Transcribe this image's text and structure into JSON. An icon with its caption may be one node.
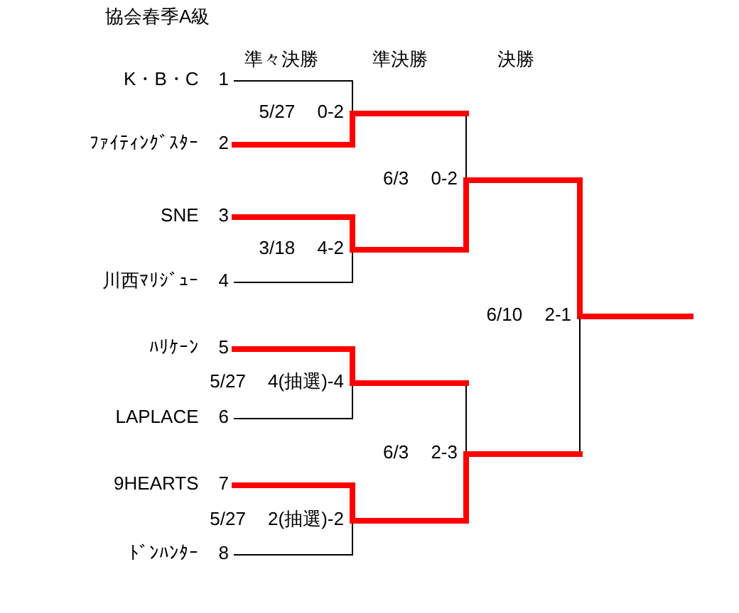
{
  "diagram": {
    "title": "協会春季A級",
    "nodes": [
      {
        "text": [
          "K・B・C",
          "1"
        ]
      },
      {
        "text": [
          "ﾌｧｲﾃｨﾝｸﾞｽﾀｰ",
          "2"
        ]
      },
      {
        "text": [
          "SNE",
          "3"
        ]
      },
      {
        "text": [
          "川西ﾏﾘｼﾞｭｰ",
          "4"
        ]
      },
      {
        "text": [
          "ﾊﾘｹｰﾝ",
          "5"
        ]
      },
      {
        "text": [
          "LAPLACE",
          "6"
        ]
      },
      {
        "text": [
          "9HEARTS",
          "7"
        ]
      },
      {
        "text": [
          "ﾄﾞﾝﾊﾝﾀｰ",
          "8"
        ]
      },
      {
        "text": [
          "5/27 0-2"
        ]
      },
      {
        "text": [
          "3/18 4-2"
        ]
      },
      {
        "text": [
          "5/27 4(抽選)-4"
        ]
      },
      {
        "text": [
          "5/27 2(抽選)-2"
        ]
      },
      {
        "text": [
          "6/3 0-2"
        ]
      },
      {
        "text": [
          "6/3 2-3"
        ]
      },
      {
        "text": [
          "6/10 2-1"
        ]
      }
    ],
    "edges": [
      {
        "from": 0,
        "to": 8,
        "arrow": "none",
        "color": "#000000"
      },
      {
        "from": 1,
        "to": 8,
        "arrow": "none"
      },
      {
        "from": 2,
        "to": 9,
        "arrow": "none"
      },
      {
        "from": 3,
        "to": 9,
        "arrow": "none",
        "color": "#000000"
      },
      {
        "from": 4,
        "to": 10,
        "arrow": "none"
      },
      {
        "from": 5,
        "to": 10,
        "arrow": "none",
        "color": "#000000"
      },
      {
        "from": 6,
        "to": 11,
        "arrow": "none"
      },
      {
        "from": 7,
        "to": 11,
        "arrow": "none",
        "color": "#000000"
      },
      {
        "from": 8,
        "to": 12,
        "arrow": "none"
      },
      {
        "from": 9,
        "to": 12,
        "arrow": "none"
      },
      {
        "from": 10,
        "to": 13,
        "arrow": "none"
      },
      {
        "from": 11,
        "to": 13,
        "arrow": "none"
      },
      {
        "from": 12,
        "to": 14,
        "arrow": "none"
      },
      {
        "from": 13,
        "to": 14,
        "arrow": "none",
        "color": "#000000"
      },
      {
        "from": 14,
        "to": null,
        "arrow": "none"
      }
    ],
    "labels": [
      "準々決勝",
      "準決勝",
      "決勝"
    ]
  }
}
